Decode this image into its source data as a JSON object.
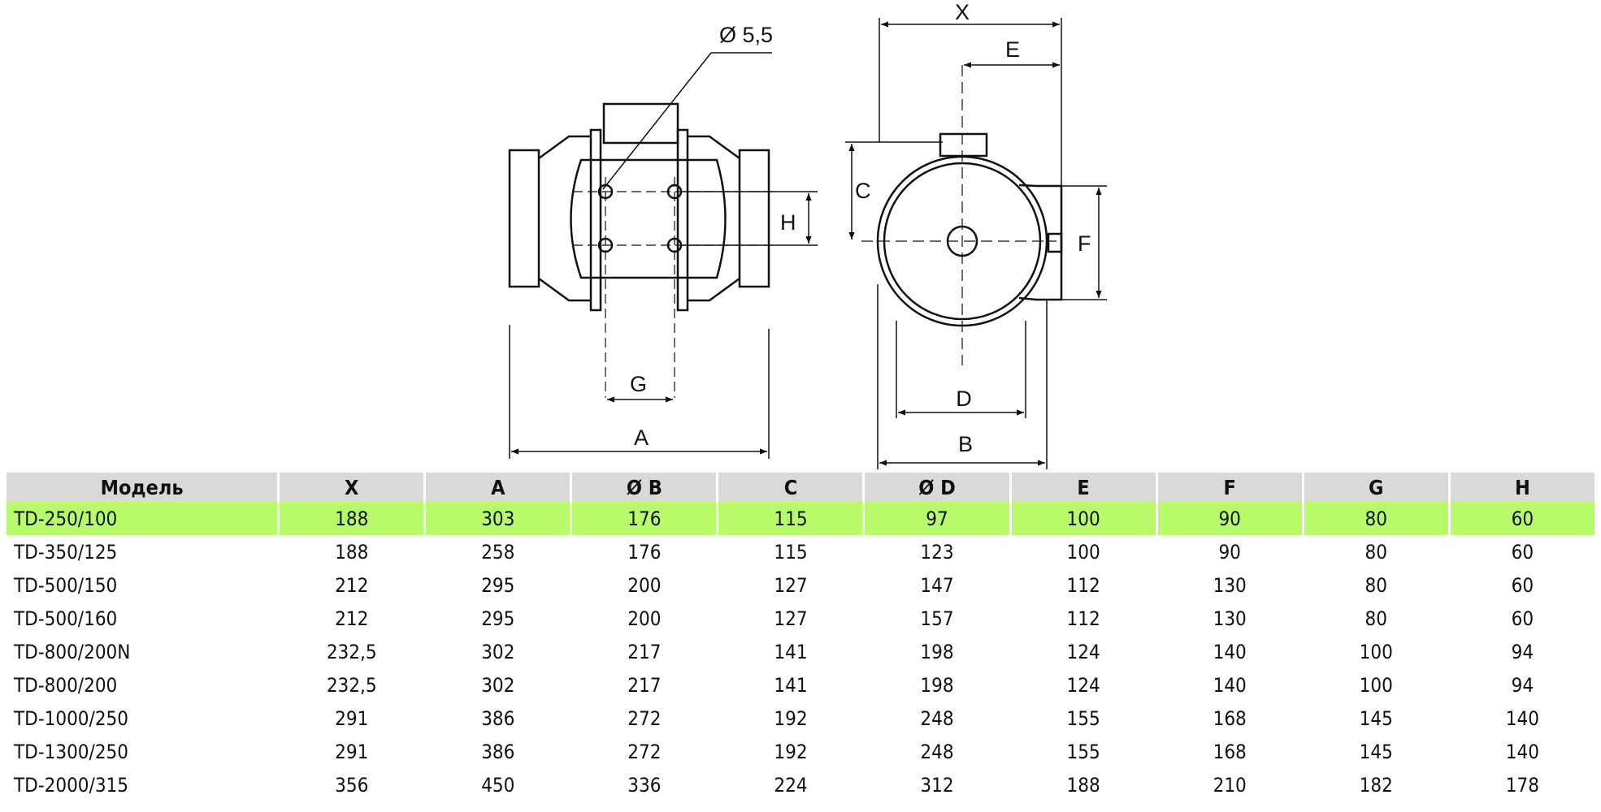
{
  "drawing": {
    "hole_label": "Ø 5,5",
    "dims": {
      "X": "X",
      "E": "E",
      "C": "C",
      "H": "H",
      "F": "F",
      "G": "G",
      "A": "A",
      "D": "D",
      "B": "B"
    }
  },
  "table": {
    "headers": [
      "Модель",
      "X",
      "A",
      "Ø B",
      "C",
      "Ø D",
      "E",
      "F",
      "G",
      "H"
    ],
    "rows": [
      [
        "TD-250/100",
        "188",
        "303",
        "176",
        "115",
        "97",
        "100",
        "90",
        "80",
        "60"
      ],
      [
        "TD-350/125",
        "188",
        "258",
        "176",
        "115",
        "123",
        "100",
        "90",
        "80",
        "60"
      ],
      [
        "TD-500/150",
        "212",
        "295",
        "200",
        "127",
        "147",
        "112",
        "130",
        "80",
        "60"
      ],
      [
        "TD-500/160",
        "212",
        "295",
        "200",
        "127",
        "157",
        "112",
        "130",
        "80",
        "60"
      ],
      [
        "TD-800/200N",
        "232,5",
        "302",
        "217",
        "141",
        "198",
        "124",
        "140",
        "100",
        "94"
      ],
      [
        "TD-800/200",
        "232,5",
        "302",
        "217",
        "141",
        "198",
        "124",
        "140",
        "100",
        "94"
      ],
      [
        "TD-1000/250",
        "291",
        "386",
        "272",
        "192",
        "248",
        "155",
        "168",
        "145",
        "140"
      ],
      [
        "TD-1300/250",
        "291",
        "386",
        "272",
        "192",
        "248",
        "155",
        "168",
        "145",
        "140"
      ],
      [
        "TD-2000/315",
        "356",
        "450",
        "336",
        "224",
        "312",
        "188",
        "210",
        "182",
        "178"
      ]
    ],
    "highlight_color": "#b7fb6b"
  }
}
